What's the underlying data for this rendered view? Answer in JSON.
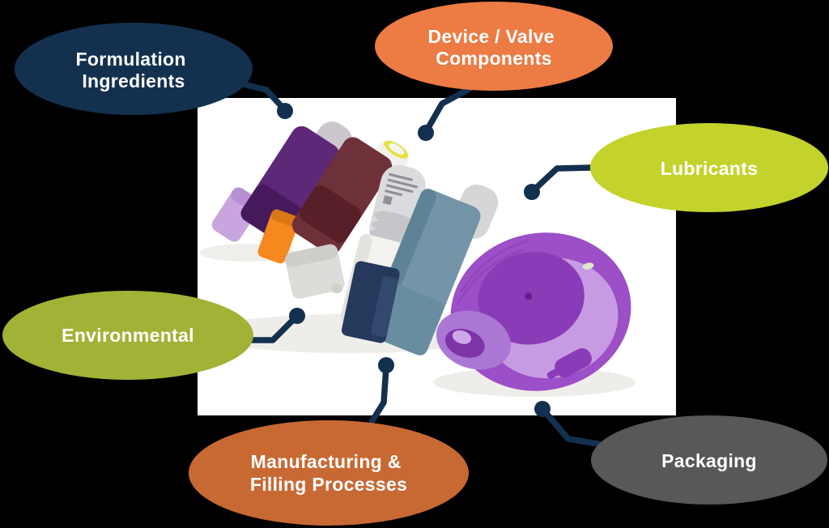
{
  "background_color": "#000000",
  "connector_color": "#14304F",
  "photo": {
    "background_color": "#FFFFFF",
    "description": "Photo of assorted pressurised metered-dose inhalers and a purple disc-shaped inhaler",
    "colors": {
      "purple_body": "#5E2878",
      "lilac_cap": "#C9A5DE",
      "orange_cap": "#F5891F",
      "maroon_body": "#6F3139",
      "yellow_ring": "#E2E23B",
      "metal_canister": "#DBDBDD",
      "white_actuator": "#F4F3F0",
      "blue_body": "#7495A7",
      "navy_cap": "#24395C",
      "disc_outer_purple": "#9C4FC6",
      "disc_lavender": "#C79BE3",
      "disc_center_purple": "#8A3CB8"
    }
  },
  "bubbles": [
    {
      "id": "formulation-ingredients",
      "label": "Formulation Ingredients",
      "lines": [
        "Formulation",
        "Ingredients"
      ],
      "fill": "#14304F",
      "text_color": "#FFFFFF"
    },
    {
      "id": "device-valve-components",
      "label": "Device / Valve Components",
      "lines": [
        "Device / Valve",
        "Components"
      ],
      "fill": "#EC7B44",
      "text_color": "#FFFFFF"
    },
    {
      "id": "lubricants",
      "label": "Lubricants",
      "lines": [
        "Lubricants"
      ],
      "fill": "#C3D32B",
      "text_color": "#FFFFFF"
    },
    {
      "id": "environmental",
      "label": "Environmental",
      "lines": [
        "Environmental"
      ],
      "fill": "#A2B236",
      "text_color": "#FFFFFF"
    },
    {
      "id": "manufacturing-filling-processes",
      "label": "Manufacturing & Filling Processes",
      "lines": [
        "Manufacturing &",
        "Filling Processes"
      ],
      "fill": "#C86934",
      "text_color": "#FFFFFF"
    },
    {
      "id": "packaging",
      "label": "Packaging",
      "lines": [
        "Packaging"
      ],
      "fill": "#58585A",
      "text_color": "#FFFFFF"
    }
  ]
}
